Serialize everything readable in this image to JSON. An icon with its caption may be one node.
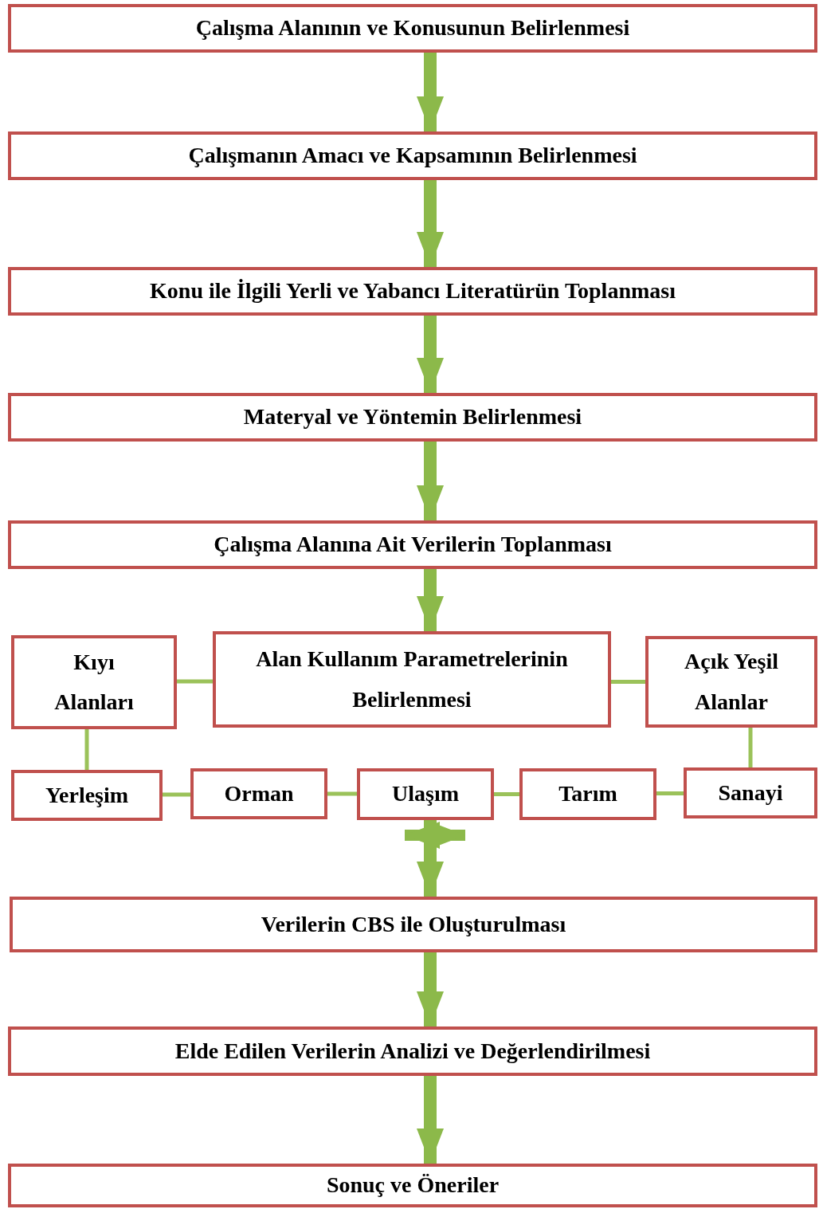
{
  "diagram": {
    "nodes": [
      {
        "text": [
          "Çalışma Alanının ve Konusunun Belirlenmesi"
        ]
      },
      {
        "text": [
          "Çalışmanın Amacı ve Kapsamının Belirlenmesi"
        ]
      },
      {
        "text": [
          "Konu ile İlgili Yerli ve Yabancı Literatürün Toplanması"
        ]
      },
      {
        "text": [
          "Materyal ve Yöntemin Belirlenmesi"
        ]
      },
      {
        "text": [
          "Çalışma Alanına Ait Verilerin Toplanması"
        ]
      },
      {
        "text": [
          "Kıyı Alanları"
        ]
      },
      {
        "text": [
          "Alan Kullanım Parametrelerinin Belirlenmesi"
        ]
      },
      {
        "text": [
          "Açık Yeşil Alanlar"
        ]
      },
      {
        "text": [
          "Yerleşim"
        ]
      },
      {
        "text": [
          "Orman"
        ]
      },
      {
        "text": [
          "Ulaşım"
        ]
      },
      {
        "text": [
          "Tarım"
        ]
      },
      {
        "text": [
          "Sanayi"
        ]
      },
      {
        "text": [
          "Verilerin CBS ile Oluşturulması"
        ]
      },
      {
        "text": [
          "Elde Edilen Verilerin Analizi ve Değerlendirilmesi"
        ]
      },
      {
        "text": [
          "Sonuç ve Öneriler"
        ]
      }
    ],
    "edges": [
      {
        "from": 0,
        "to": 1,
        "arrow": "to",
        "style": "thick"
      },
      {
        "from": 1,
        "to": 2,
        "arrow": "to",
        "style": "thick"
      },
      {
        "from": 2,
        "to": 3,
        "arrow": "to",
        "style": "thick"
      },
      {
        "from": 3,
        "to": 4,
        "arrow": "to",
        "style": "thick"
      },
      {
        "from": 4,
        "to": 6,
        "arrow": "to",
        "style": "thick"
      },
      {
        "from": 5,
        "to": 6,
        "arrow": "none"
      },
      {
        "from": 6,
        "to": 7,
        "arrow": "none"
      },
      {
        "from": 5,
        "to": 8,
        "arrow": "none"
      },
      {
        "from": 7,
        "to": 12,
        "arrow": "none"
      },
      {
        "from": 8,
        "to": 9,
        "arrow": "none"
      },
      {
        "from": 9,
        "to": 10,
        "arrow": "none"
      },
      {
        "from": 10,
        "to": 11,
        "arrow": "none"
      },
      {
        "from": 11,
        "to": 12,
        "arrow": "none"
      },
      {
        "from": 10,
        "to": 13,
        "arrow": "to",
        "style": "thick"
      },
      {
        "from": 13,
        "to": 14,
        "arrow": "to",
        "style": "thick"
      },
      {
        "from": 14,
        "to": 15,
        "arrow": "to",
        "style": "thick"
      }
    ]
  }
}
